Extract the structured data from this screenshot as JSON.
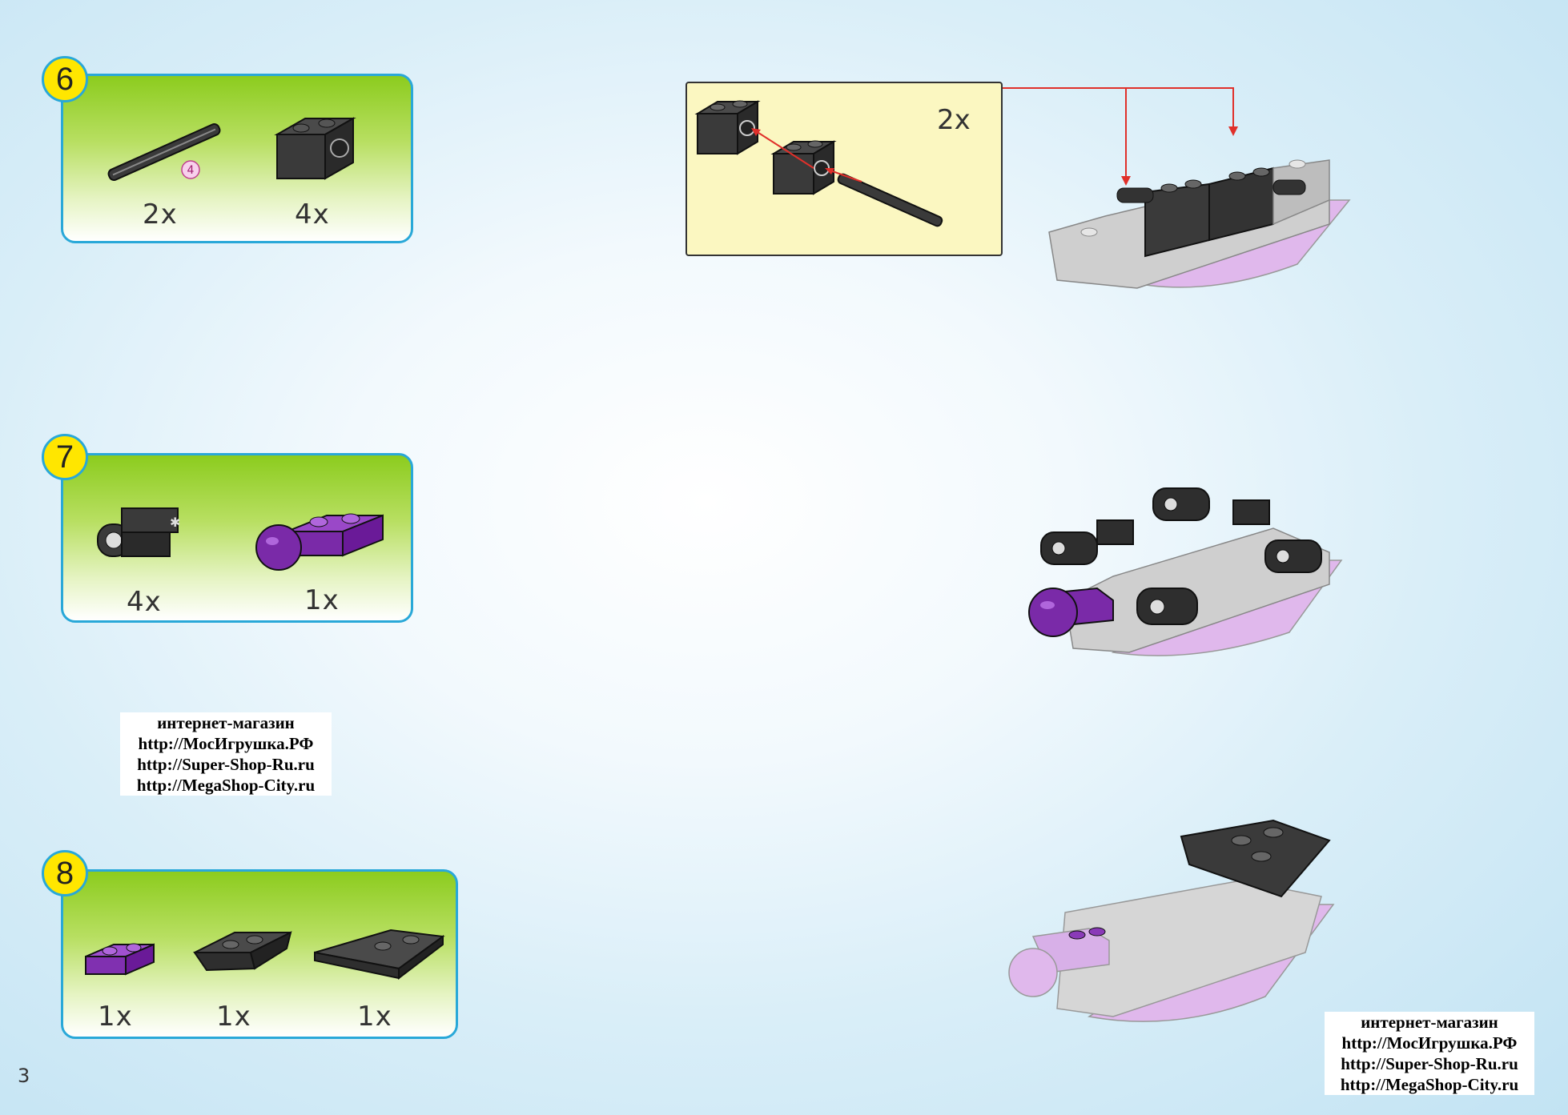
{
  "steps": [
    {
      "number": "6",
      "parts": [
        {
          "name": "axle",
          "qty": "2x",
          "label": "4"
        },
        {
          "name": "technic-brick-1x2",
          "qty": "4x"
        }
      ]
    },
    {
      "number": "7",
      "parts": [
        {
          "name": "technic-connector",
          "qty": "4x"
        },
        {
          "name": "ball-plate",
          "qty": "1x"
        }
      ]
    },
    {
      "number": "8",
      "parts": [
        {
          "name": "plate-1x2-purple",
          "qty": "1x"
        },
        {
          "name": "plate-2x2-black",
          "qty": "1x"
        },
        {
          "name": "wedge-plate-black",
          "qty": "1x"
        }
      ]
    }
  ],
  "callout": {
    "qty": "2x"
  },
  "shop_blocks": [
    {
      "lines": [
        "интернет-магазин",
        "http://МосИгрушка.РФ",
        "http://Super-Shop-Ru.ru",
        "http://MegaShop-City.ru"
      ]
    },
    {
      "lines": [
        "интернет-магазин",
        "http://МосИгрушка.РФ",
        "http://Super-Shop-Ru.ru",
        "http://MegaShop-City.ru"
      ]
    }
  ],
  "page_number": "3",
  "colors": {
    "accent_border": "#29a8d8",
    "step_badge": "#ffe600",
    "arrow": "#e0302a",
    "callout_bg": "#fbf7c1"
  }
}
